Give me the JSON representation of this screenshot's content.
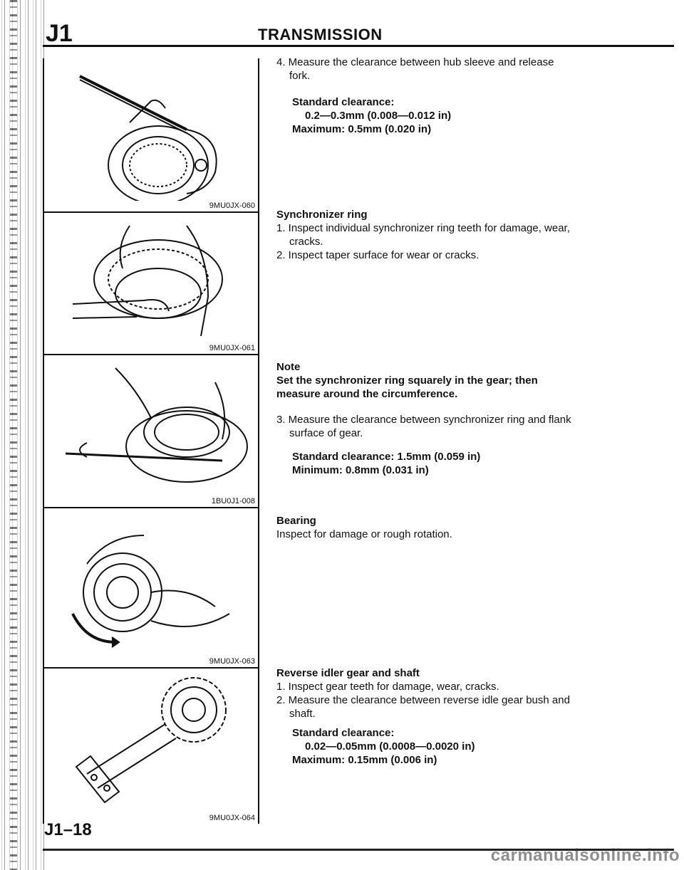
{
  "header": {
    "section": "J1",
    "title": "TRANSMISSION"
  },
  "figures": [
    {
      "code": "9MU0JX-060"
    },
    {
      "code": "9MU0JX-061"
    },
    {
      "code": "1BU0J1-008"
    },
    {
      "code": "9MU0JX-063"
    },
    {
      "code": "9MU0JX-064"
    }
  ],
  "hub_sleeve": {
    "step": "4. Measure the clearance between hub sleeve and release",
    "step_cont": "fork.",
    "std_label": "Standard clearance:",
    "std_value": "0.2—0.3mm (0.008—0.012 in)",
    "max": "Maximum: 0.5mm (0.020 in)"
  },
  "synchronizer": {
    "heading": "Synchronizer ring",
    "step1": "1. Inspect individual synchronizer ring teeth for damage, wear,",
    "step1_cont": "cracks.",
    "step2": "2. Inspect taper surface for wear or cracks.",
    "note_label": "Note",
    "note_line1": "Set the synchronizer ring squarely in the gear; then",
    "note_line2": "measure around the circumference.",
    "step3": "3. Measure the clearance between synchronizer ring and flank",
    "step3_cont": "surface of gear.",
    "std": "Standard clearance: 1.5mm (0.059 in)",
    "min": "Minimum: 0.8mm (0.031 in)"
  },
  "bearing": {
    "heading": "Bearing",
    "text": "Inspect for damage or rough rotation."
  },
  "reverse_idler": {
    "heading": "Reverse idler gear and shaft",
    "step1": "1. Inspect gear teeth for damage, wear, cracks.",
    "step2": "2. Measure the clearance between reverse idle gear bush and",
    "step2_cont": "shaft.",
    "std_label": "Standard clearance:",
    "std_value": "0.02—0.05mm (0.0008—0.0020 in)",
    "max": "Maximum: 0.15mm (0.006 in)"
  },
  "footer": {
    "page": "J1–18",
    "watermark": "carmanualsonline.info"
  }
}
